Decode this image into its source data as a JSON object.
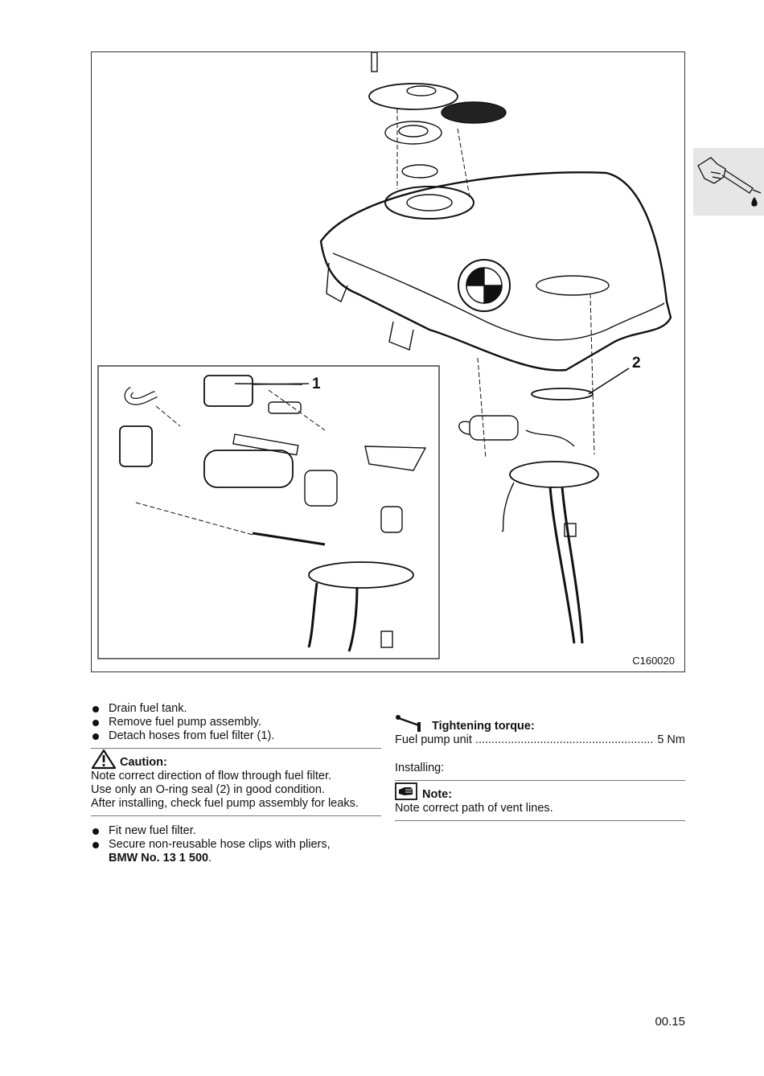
{
  "figure": {
    "code": "C160020",
    "callouts": [
      "1",
      "2"
    ]
  },
  "left_column": {
    "steps_a": [
      "Drain fuel tank.",
      "Remove fuel pump assembly.",
      "Detach hoses from fuel filter (1)."
    ],
    "caution": {
      "title": "Caution:",
      "lines": [
        "Note correct direction of flow through fuel filter.",
        "Use only an O-ring seal (2) in good condition.",
        "After installing, check fuel pump assembly for leaks."
      ]
    },
    "steps_b": {
      "item1": "Fit new fuel filter.",
      "item2_text": "Secure non-reusable hose clips with pliers,",
      "item2_tool": "BMW No. 13 1 500",
      "item2_end": "."
    }
  },
  "right_column": {
    "torque": {
      "title": "Tightening torque:",
      "label": "Fuel pump unit",
      "dots": "..................................................................",
      "value": "5 Nm"
    },
    "installing": "Installing:",
    "note": {
      "title": "Note:",
      "text": "Note correct path of vent lines."
    }
  },
  "page_number": "00.15",
  "icons": [
    "caution-triangle-icon",
    "torque-wrench-icon",
    "note-hand-icon",
    "refuel-hand-icon"
  ]
}
